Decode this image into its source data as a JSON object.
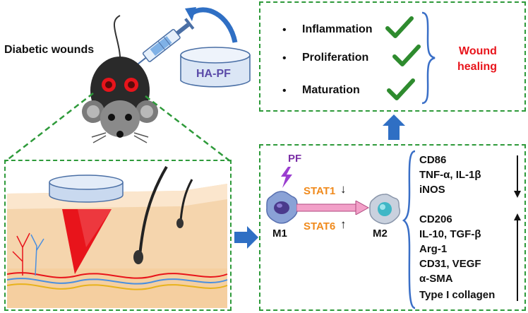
{
  "title": "Diabetic wounds",
  "hydrogel": "HA-PF",
  "healing": {
    "stages": [
      "Inflammation",
      "Proliferation",
      "Maturation"
    ],
    "outcome_line1": "Wound",
    "outcome_line2": "healing"
  },
  "mechanism": {
    "stimulus": "PF",
    "m1": "M1",
    "m2": "M2",
    "stat1": "STAT1",
    "stat6": "STAT6",
    "m1_markers": [
      "CD86",
      "TNF-α, IL-1β",
      "iNOS"
    ],
    "m2_markers": [
      "CD206",
      "IL-10, TGF-β",
      "Arg-1",
      "CD31, VEGF",
      "α-SMA",
      "Type I collagen"
    ]
  },
  "colors": {
    "dash_green": "#2e9a3a",
    "accent_red": "#e8141b",
    "stat_orange": "#f08a1c",
    "pf_purple": "#7b2fa6",
    "arrow_blue": "#2f6fc4",
    "brace_blue": "#3a6fc7"
  },
  "icons": [
    "mouse-icon",
    "syringe-icon",
    "hydrogel-dish-icon",
    "checkmark-icon",
    "lightning-icon",
    "macrophage-icon"
  ]
}
